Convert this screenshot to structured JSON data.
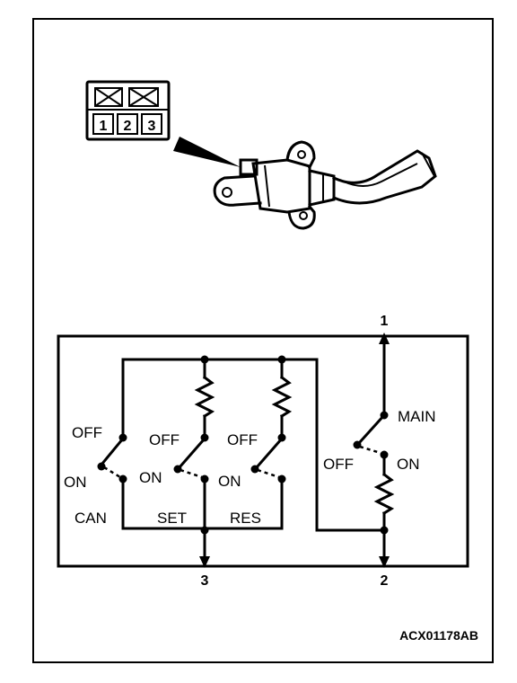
{
  "connector": {
    "pins": [
      "1",
      "2",
      "3"
    ]
  },
  "terminals": {
    "t1": "1",
    "t2": "2",
    "t3": "3"
  },
  "switches": {
    "can": {
      "off": "OFF",
      "on": "ON",
      "name": "CAN"
    },
    "set": {
      "off": "OFF",
      "on": "ON",
      "name": "SET"
    },
    "res": {
      "off": "OFF",
      "on": "ON",
      "name": "RES"
    },
    "main": {
      "name": "MAIN",
      "off": "OFF",
      "on": "ON"
    }
  },
  "figure_code": "ACX01178AB"
}
